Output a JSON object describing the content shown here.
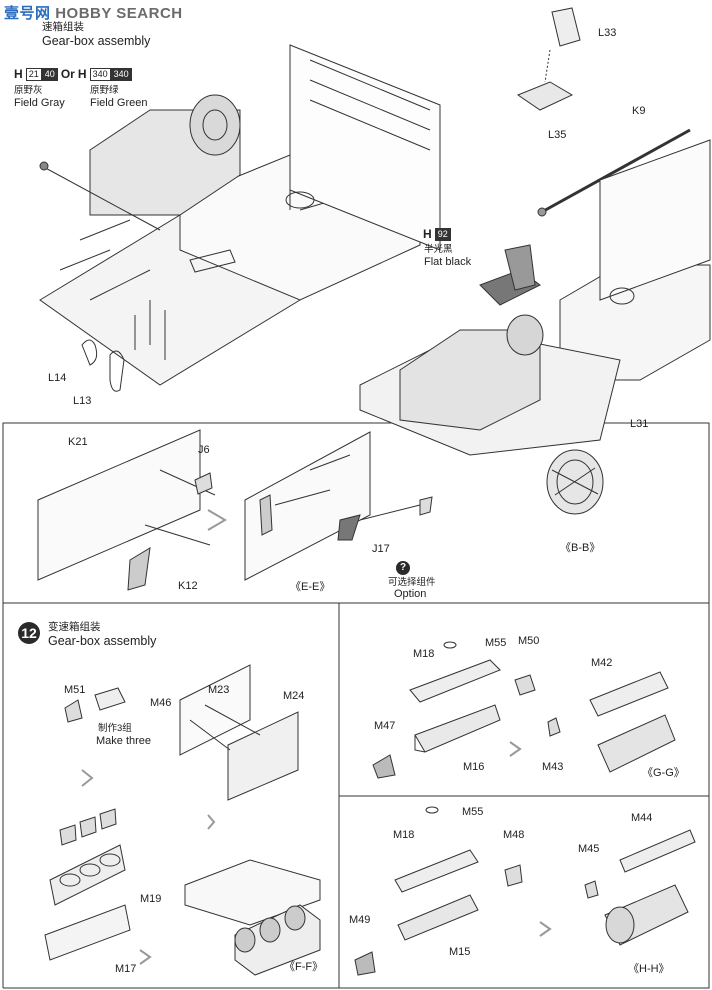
{
  "watermark": {
    "part1": "壹号",
    "part2": "网",
    "part3": "HOBBY SEARCH"
  },
  "step_top": {
    "title_cn": "速箱组装",
    "title_en": "Gear-box assembly"
  },
  "paint_top": {
    "h_letter": "H",
    "code_a": "21",
    "code_b": "40",
    "or": "Or",
    "h_letter2": "H",
    "code_c": "340",
    "code_d": "340",
    "name1_cn": "原野灰",
    "name1_en": "Field Gray",
    "name2_cn": "原野绿",
    "name2_en": "Field Green"
  },
  "paint_seat": {
    "h_letter": "H",
    "code": "92",
    "name_cn": "半光黑",
    "name_en": "Flat black"
  },
  "top_labels": {
    "L33": "L33",
    "L35": "L35",
    "K9": "K9",
    "L14": "L14",
    "L13": "L13",
    "L31": "L31",
    "BB": "《B-B》"
  },
  "ee_labels": {
    "K21": "K21",
    "J6": "J6",
    "K12": "K12",
    "J17": "J17",
    "EE": "《E-E》",
    "opt_cn": "可选择组件",
    "opt_en": "Option",
    "opt_icon": "?"
  },
  "step12": {
    "number": "12",
    "title_cn": "变速箱组装",
    "title_en": "Gear-box assembly",
    "M51": "M51",
    "M46": "M46",
    "make_cn": "制作3组",
    "make_en": "Make three",
    "M23": "M23",
    "M24": "M24",
    "M19": "M19",
    "M17": "M17",
    "FF": "《F-F》"
  },
  "gg_labels": {
    "M55": "M55",
    "M18": "M18",
    "M50": "M50",
    "M42": "M42",
    "M47": "M47",
    "M16": "M16",
    "M43": "M43",
    "GG": "《G-G》"
  },
  "hh_labels": {
    "M55": "M55",
    "M18": "M18",
    "M48": "M48",
    "M44": "M44",
    "M45": "M45",
    "M49": "M49",
    "M15": "M15",
    "HH": "《H-H》"
  }
}
